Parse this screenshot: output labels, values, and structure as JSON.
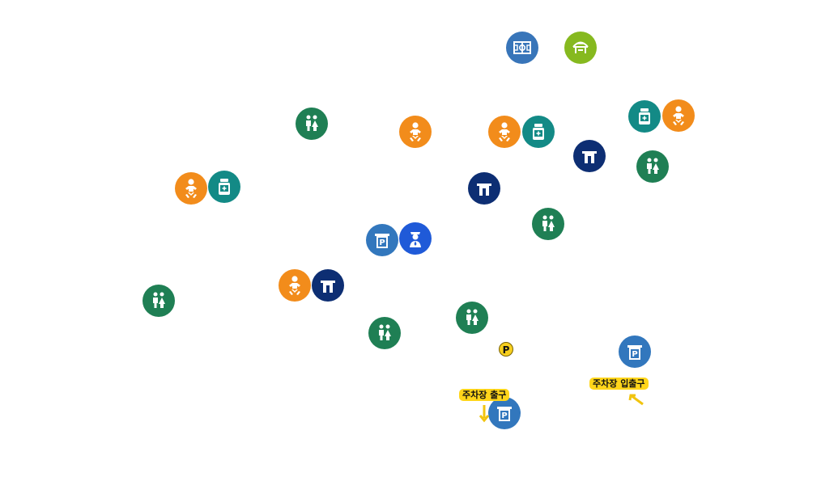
{
  "map": {
    "icon_names": {
      "restroom": "restroom-icon",
      "nursing": "nursing-room-icon",
      "pharmacy": "pharmacy-icon",
      "atm": "atm-icon",
      "parking": "parking-icon",
      "stadium": "stadium-icon",
      "tent": "rest-area-icon",
      "guard": "security-guard-icon",
      "parking_badge": "parking-badge-icon"
    },
    "colors": {
      "restroom": "#1f7f54",
      "nursing": "#f28c1b",
      "pharmacy": "#138a86",
      "atm": "#0d2e73",
      "parking": "#3277bd",
      "stadium": "#3875b9",
      "tent": "#86b91f",
      "guard": "#1f5ad8",
      "label": "#ffd51a"
    },
    "parking_letter": "P",
    "labels": {
      "parking_exit": "주차장 출구",
      "parking_entrance_exit": "주차장 입출구"
    }
  }
}
